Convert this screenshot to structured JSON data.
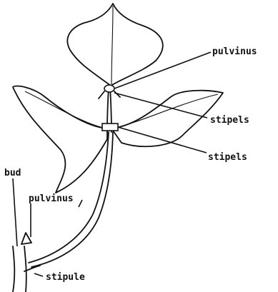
{
  "labels": {
    "pulvinus_top": "pulvinus",
    "stipels_upper": "stipels",
    "stipels_lower": "stipels",
    "bud": "bud",
    "pulvinus_bottom": "pulvinus",
    "stipule": "stipule"
  }
}
